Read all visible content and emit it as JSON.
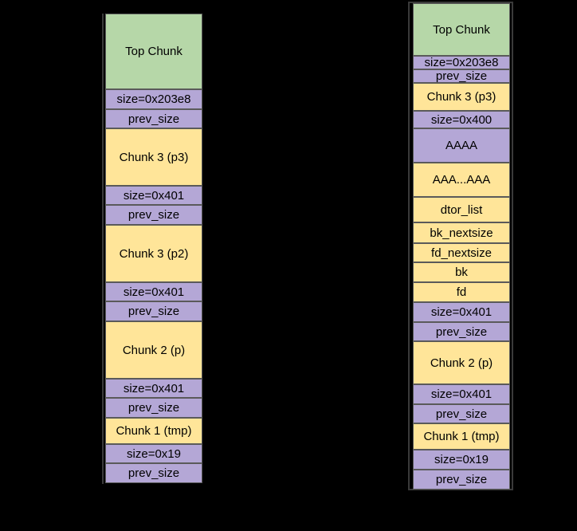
{
  "colors": {
    "background": "#000000",
    "top_chunk": "#b6d7a8",
    "header": "#b4a7d6",
    "data": "#ffe599"
  },
  "left_stack": [
    {
      "label": "Top Chunk",
      "kind": "green"
    },
    {
      "label": "size=0x203e8",
      "kind": "purple"
    },
    {
      "label": "prev_size",
      "kind": "purple"
    },
    {
      "label": "Chunk 3 (p3)",
      "kind": "yellow"
    },
    {
      "label": "size=0x401",
      "kind": "purple"
    },
    {
      "label": "prev_size",
      "kind": "purple"
    },
    {
      "label": "Chunk 3 (p2)",
      "kind": "yellow"
    },
    {
      "label": "size=0x401",
      "kind": "purple"
    },
    {
      "label": "prev_size",
      "kind": "purple"
    },
    {
      "label": "Chunk 2 (p)",
      "kind": "yellow"
    },
    {
      "label": "size=0x401",
      "kind": "purple"
    },
    {
      "label": "prev_size",
      "kind": "purple"
    },
    {
      "label": "Chunk 1 (tmp)",
      "kind": "yellow"
    },
    {
      "label": "size=0x19",
      "kind": "purple"
    },
    {
      "label": "prev_size",
      "kind": "purple"
    }
  ],
  "right_stack": [
    {
      "label": "Top Chunk",
      "kind": "green"
    },
    {
      "label": "size=0x203e8",
      "kind": "purple"
    },
    {
      "label": "prev_size",
      "kind": "purple"
    },
    {
      "label": "Chunk 3 (p3)",
      "kind": "yellow"
    },
    {
      "label": "size=0x400",
      "kind": "purple"
    },
    {
      "label": "AAAA",
      "kind": "purple"
    },
    {
      "label": "AAA...AAA",
      "kind": "yellow"
    },
    {
      "label": "dtor_list",
      "kind": "yellow"
    },
    {
      "label": "bk_nextsize",
      "kind": "yellow"
    },
    {
      "label": "fd_nextsize",
      "kind": "yellow"
    },
    {
      "label": "bk",
      "kind": "yellow"
    },
    {
      "label": "fd",
      "kind": "yellow"
    },
    {
      "label": "size=0x401",
      "kind": "purple"
    },
    {
      "label": "prev_size",
      "kind": "purple"
    },
    {
      "label": "Chunk 2 (p)",
      "kind": "yellow"
    },
    {
      "label": "size=0x401",
      "kind": "purple"
    },
    {
      "label": "prev_size",
      "kind": "purple"
    },
    {
      "label": "Chunk 1 (tmp)",
      "kind": "yellow"
    },
    {
      "label": "size=0x19",
      "kind": "purple"
    },
    {
      "label": "prev_size",
      "kind": "purple"
    }
  ]
}
